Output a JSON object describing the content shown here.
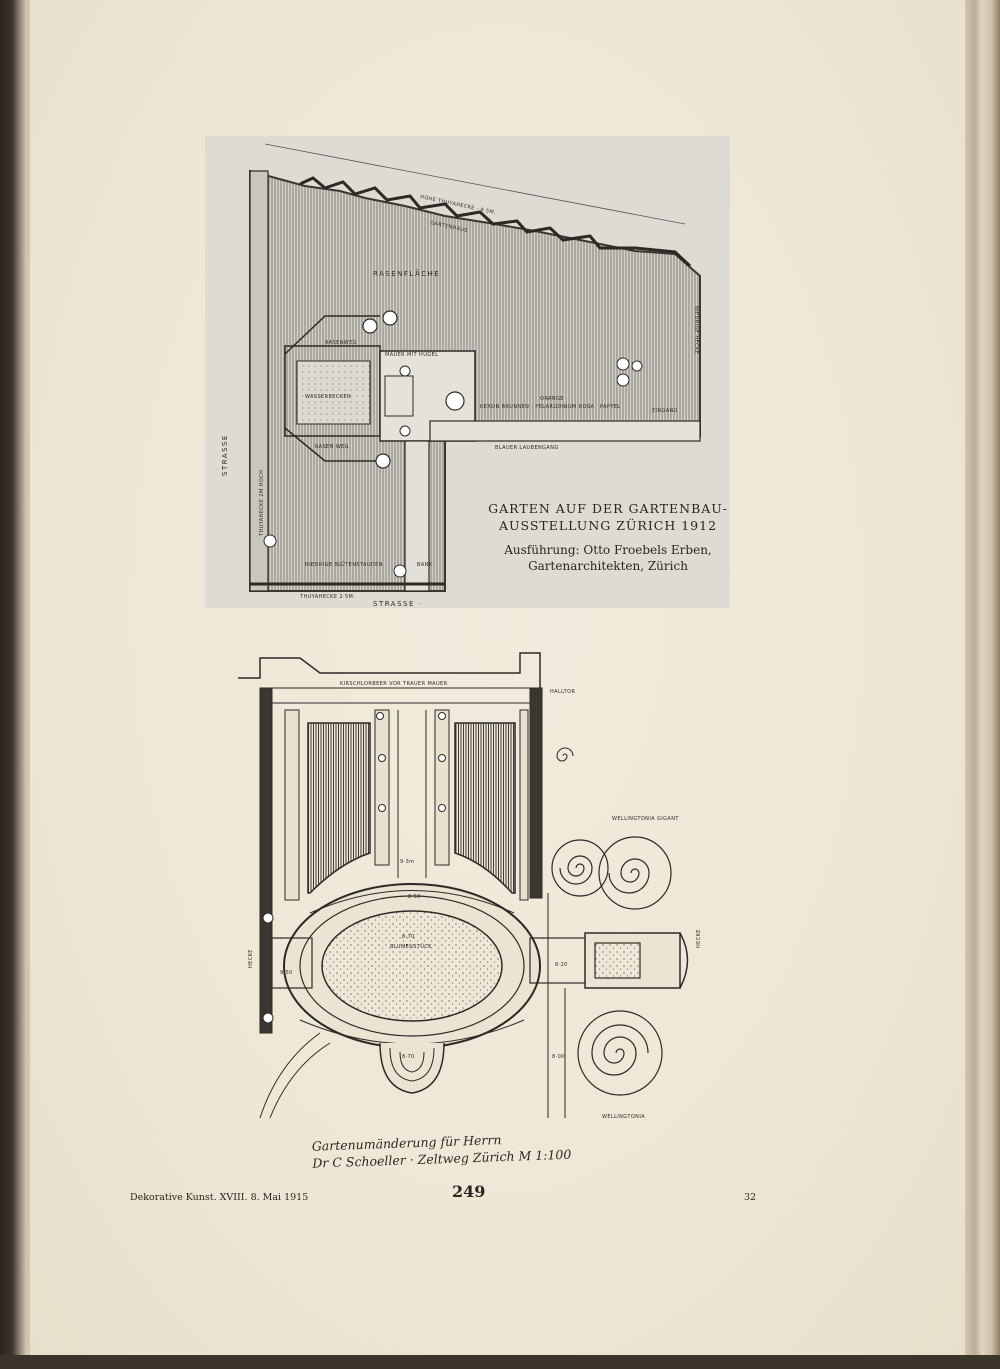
{
  "plan1": {
    "labels": {
      "hedge_top": "HOHE THUYAHECKE · 4·5M.",
      "garden_house": "GARTENHAUS",
      "lawn": "RASENFLÄCHE",
      "lawn_path_top": "RASENWEG",
      "wall": "MAUER MIT HÜGEL",
      "water_basin": "WASSERBECKEN",
      "lawn_path_bottom": "RASEN WEG",
      "fountain": "KERON BRUNNEN · PELARGONIUM ROSA",
      "orange": "ORANGE",
      "pergola": "PAPPEL",
      "blue_arbor": "BLAUER LAUBENGANG",
      "entrance": "EINGANG",
      "street_left": "STRASSE",
      "street_bottom": "STRASSE ·",
      "hedge_bottom": "THUYAHECKE 2·5M.",
      "hedge_left": "THUYAHECKE 2M HOCH",
      "flower_bed": "NIEDRIGE BLÜTENSTAUDEN",
      "bench": "BANK",
      "right_hedge": "NIEDRIGE HECKE"
    }
  },
  "caption": {
    "title_line1": "GARTEN AUF DER GARTENBAU-",
    "title_line2": "AUSSTELLUNG ZÜRICH 1912",
    "credit_line1": "Ausführung: Otto Froebels Erben,",
    "credit_line2": "Gartenarchitekten, Zürich"
  },
  "plan2": {
    "labels": {
      "top_path": "KIRSCHLORBEER VOR TRAUER MAUER",
      "gate": "HALLTOR",
      "center_pool": "8·70",
      "center_label": "BLUMENSTÜCK",
      "dim_left": "9·50",
      "dim_center": "8·50",
      "dim_right": "8·20",
      "dim_middle": "9·3m",
      "dim_bottom": "8·70",
      "dim_low": "8·00",
      "wellington": "WELLINGTONIA GIGANT",
      "wellington_low": "WELLINGTONIA",
      "right_hedge": "HECKE",
      "left_hedge": "HECKE"
    }
  },
  "handwritten": {
    "line1": "Gartenumänderung für Herrn",
    "line2": "Dr C Schoeller · Zeltweg Zürich M 1:100"
  },
  "footer": {
    "left": "Dekorative Kunst. XVIII. 8. Mai 1915",
    "page_number": "249",
    "right": "32"
  }
}
